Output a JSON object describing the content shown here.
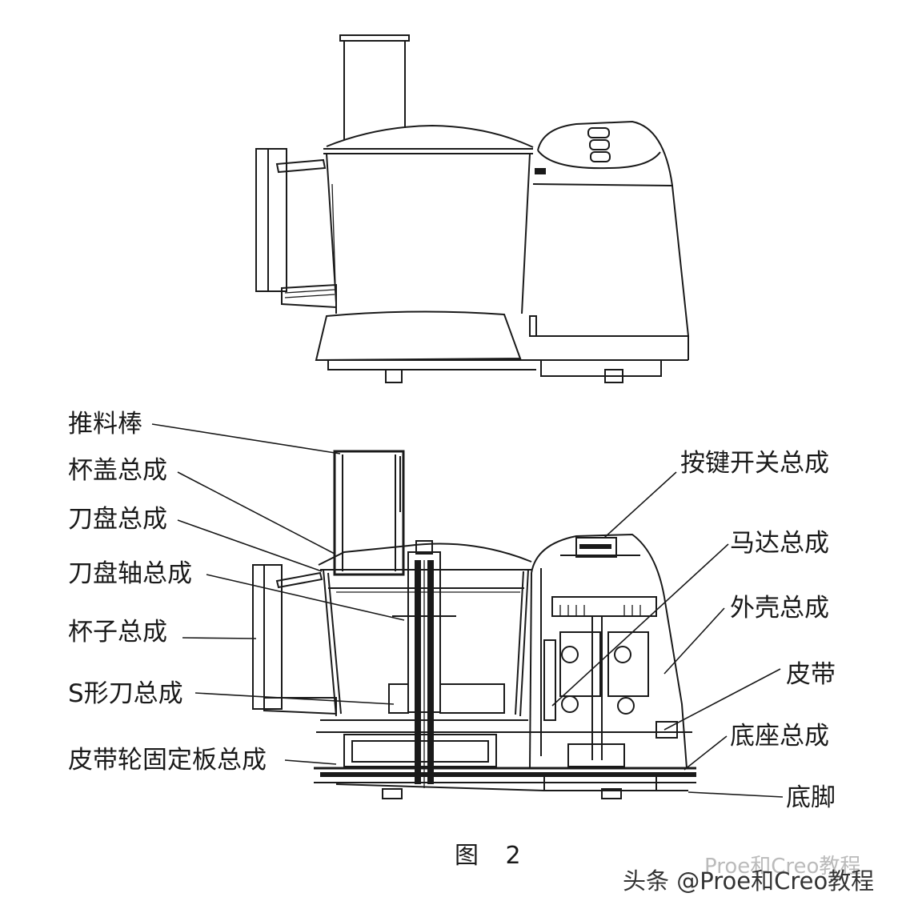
{
  "labels_left": [
    {
      "id": "push-rod",
      "text": "推料棒"
    },
    {
      "id": "cup-lid-assembly",
      "text": "杯盖总成"
    },
    {
      "id": "blade-disc-assembly",
      "text": "刀盘总成"
    },
    {
      "id": "blade-disc-shaft-assembly",
      "text": "刀盘轴总成"
    },
    {
      "id": "cup-assembly",
      "text": "杯子总成"
    },
    {
      "id": "s-blade-assembly",
      "text": "S形刀总成"
    },
    {
      "id": "pulley-fixing-plate-assembly",
      "text": "皮带轮固定板总成"
    }
  ],
  "labels_right": [
    {
      "id": "button-switch-assembly",
      "text": "按键开关总成"
    },
    {
      "id": "motor-assembly",
      "text": "马达总成"
    },
    {
      "id": "housing-assembly",
      "text": "外壳总成"
    },
    {
      "id": "belt",
      "text": "皮带"
    },
    {
      "id": "base-assembly",
      "text": "底座总成"
    },
    {
      "id": "feet",
      "text": "底脚"
    }
  ],
  "caption": "图 2",
  "watermark": "头条 @Proe和Creo教程",
  "watermark_shadow": "Proe和Creo教程"
}
